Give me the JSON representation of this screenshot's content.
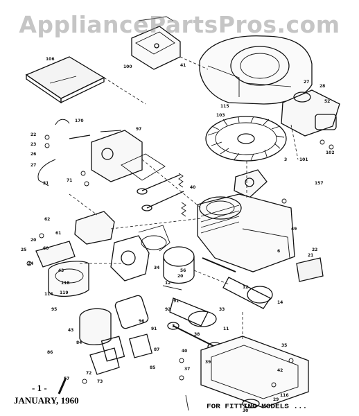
{
  "watermark": "AppliancePartsPros.com",
  "page_number": "- 1 -",
  "date": "JANUARY, 1960",
  "footer_note": "FOR FITTING MODELS ...",
  "callouts": [
    "106",
    "100",
    "97",
    "170",
    "22",
    "23",
    "26",
    "27",
    "31",
    "71",
    "20",
    "25",
    "24",
    "62",
    "61",
    "60",
    "40",
    "41",
    "49",
    "3",
    "6",
    "11",
    "12",
    "14",
    "20",
    "21",
    "22",
    "27",
    "28",
    "52",
    "115",
    "103",
    "101",
    "102",
    "157",
    "43",
    "118",
    "119",
    "114",
    "95",
    "43",
    "84",
    "86",
    "57",
    "73",
    "72",
    "85",
    "87",
    "91",
    "96",
    "91",
    "92",
    "12",
    "56",
    "33",
    "35",
    "42",
    "29",
    "30",
    "116",
    "3",
    "38",
    "39",
    "40",
    "37",
    "34"
  ],
  "colors": {
    "ink": "#111111",
    "watermark": "#999999",
    "paper": "#ffffff"
  }
}
